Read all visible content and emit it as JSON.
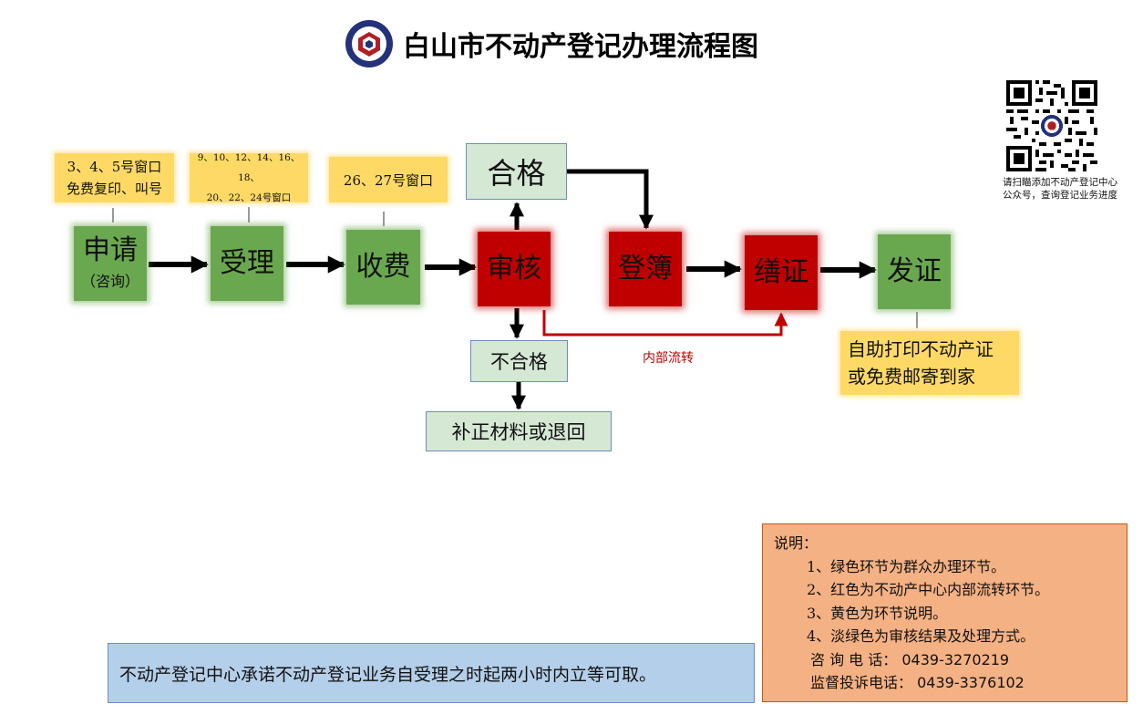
{
  "title": "白山市不动产登记办理流程图",
  "steps": {
    "apply": {
      "label": "申请",
      "sub": "（咨询）"
    },
    "accept": {
      "label": "受理"
    },
    "fee": {
      "label": "收费"
    },
    "review": {
      "label": "审核"
    },
    "register": {
      "label": "登簿"
    },
    "certify": {
      "label": "缮证"
    },
    "issue": {
      "label": "发证"
    }
  },
  "notes": {
    "apply_line1": "3、4、5号窗口",
    "apply_line2": "免费复印、叫号",
    "accept_line1": "9、10、12、14、16、18、",
    "accept_line2": "20、22、24号窗口",
    "fee": "26、27号窗口",
    "issue_line1": "自助打印不动产证",
    "issue_line2": "或免费邮寄到家"
  },
  "results": {
    "pass": "合格",
    "fail": "不合格",
    "fail_action": "补正材料或退回"
  },
  "internal_transfer": "内部流转",
  "qr_caption_line1": "请扫瞄添加不动产登记中心",
  "qr_caption_line2": "公众号，查询登记业务进度",
  "promise": "不动产登记中心承诺不动产登记业务自受理之时起两小时内立等可取。",
  "legend": {
    "heading": "说明：",
    "items": [
      "1、绿色环节为群众办理环节。",
      "2、红色为不动产中心内部流转环节。",
      "3、黄色为环节说明。",
      "4、淡绿色为审核结果及处理方式。"
    ],
    "consult_label": "咨 询 电 话：",
    "consult_phone": "0439-3270219",
    "complaint_label": "监督投诉电话：",
    "complaint_phone": "0439-3376102"
  },
  "colors": {
    "citizen_step": "#6aa84f",
    "internal_step": "#c00000",
    "note": "#ffd966",
    "result": "#d5e8d4",
    "legend_bg": "#f4b183",
    "promise_bg": "#b4cfe9"
  }
}
